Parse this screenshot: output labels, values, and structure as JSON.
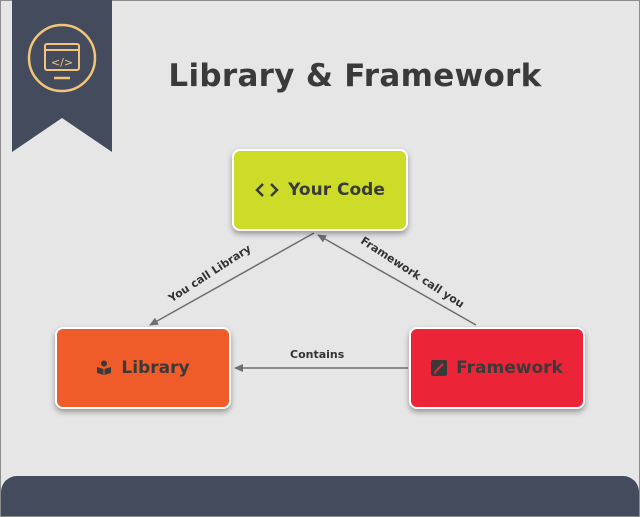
{
  "title": "Library & Framework",
  "nodes": {
    "your_code": {
      "label": "Your Code",
      "icon": "code-icon",
      "color": "#ccdc28"
    },
    "library": {
      "label": "Library",
      "icon": "book-reader-icon",
      "color": "#f05b2a"
    },
    "framework": {
      "label": "Framework",
      "icon": "edit-icon",
      "color": "#ec2438"
    }
  },
  "edges": {
    "you_call_library": "You call Library",
    "framework_call_you": "Framework call you",
    "contains": "Contains"
  },
  "colors": {
    "ribbon": "#434b5c",
    "ribbon_accent": "#f2c57a",
    "background": "#e6e6e6",
    "arrow": "#6e6e6e"
  }
}
